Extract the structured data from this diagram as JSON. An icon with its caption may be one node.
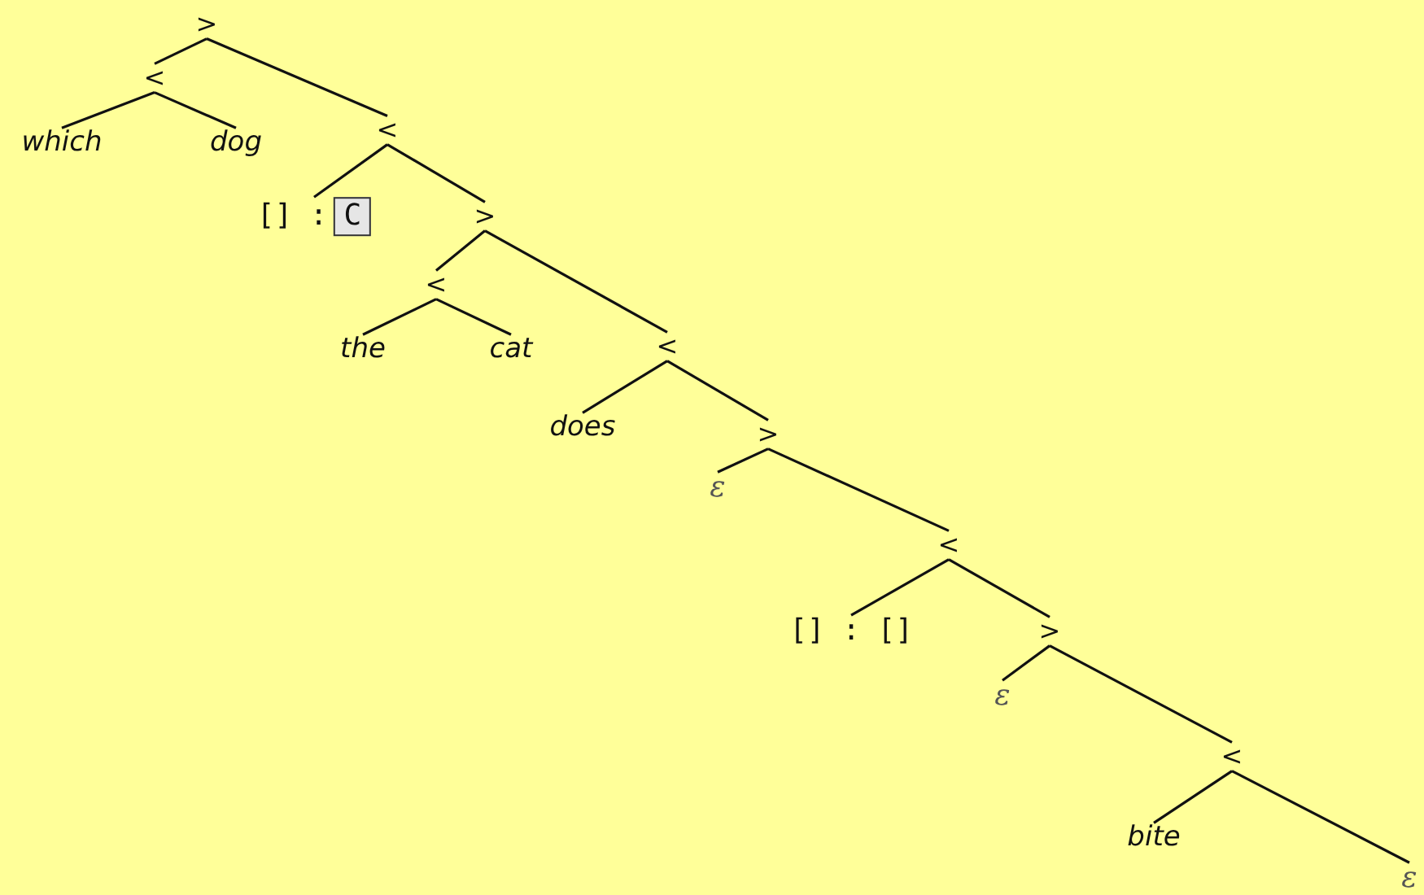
{
  "diagram": {
    "nodes": [
      {
        "text": [
          ">"
        ]
      },
      {
        "text": [
          "<"
        ]
      },
      {
        "text": [
          "which"
        ]
      },
      {
        "text": [
          "dog"
        ]
      },
      {
        "text": [
          "<"
        ]
      },
      {
        "text": [
          "[] :",
          "C"
        ]
      },
      {
        "text": [
          ">"
        ]
      },
      {
        "text": [
          "<"
        ]
      },
      {
        "text": [
          "the"
        ]
      },
      {
        "text": [
          "cat"
        ]
      },
      {
        "text": [
          "<"
        ]
      },
      {
        "text": [
          "does"
        ]
      },
      {
        "text": [
          ">"
        ]
      },
      {
        "text": [
          "ε"
        ]
      },
      {
        "text": [
          "<"
        ]
      },
      {
        "text": [
          "[] : []"
        ]
      },
      {
        "text": [
          ">"
        ]
      },
      {
        "text": [
          "ε"
        ]
      },
      {
        "text": [
          "<"
        ]
      },
      {
        "text": [
          "bite"
        ]
      },
      {
        "text": [
          "ε"
        ]
      }
    ],
    "edges": [
      {
        "from": 0,
        "to": 1,
        "arrow": "none"
      },
      {
        "from": 0,
        "to": 4,
        "arrow": "none"
      },
      {
        "from": 1,
        "to": 2,
        "arrow": "none"
      },
      {
        "from": 1,
        "to": 3,
        "arrow": "none"
      },
      {
        "from": 4,
        "to": 5,
        "arrow": "none"
      },
      {
        "from": 4,
        "to": 6,
        "arrow": "none"
      },
      {
        "from": 6,
        "to": 7,
        "arrow": "none"
      },
      {
        "from": 6,
        "to": 10,
        "arrow": "none"
      },
      {
        "from": 7,
        "to": 8,
        "arrow": "none"
      },
      {
        "from": 7,
        "to": 9,
        "arrow": "none"
      },
      {
        "from": 10,
        "to": 11,
        "arrow": "none"
      },
      {
        "from": 10,
        "to": 12,
        "arrow": "none"
      },
      {
        "from": 12,
        "to": 13,
        "arrow": "none"
      },
      {
        "from": 12,
        "to": 14,
        "arrow": "none"
      },
      {
        "from": 14,
        "to": 15,
        "arrow": "none"
      },
      {
        "from": 14,
        "to": 16,
        "arrow": "none"
      },
      {
        "from": 16,
        "to": 17,
        "arrow": "none"
      },
      {
        "from": 16,
        "to": 18,
        "arrow": "none"
      },
      {
        "from": 18,
        "to": 19,
        "arrow": "none"
      },
      {
        "from": 18,
        "to": 20,
        "arrow": "none"
      }
    ]
  }
}
